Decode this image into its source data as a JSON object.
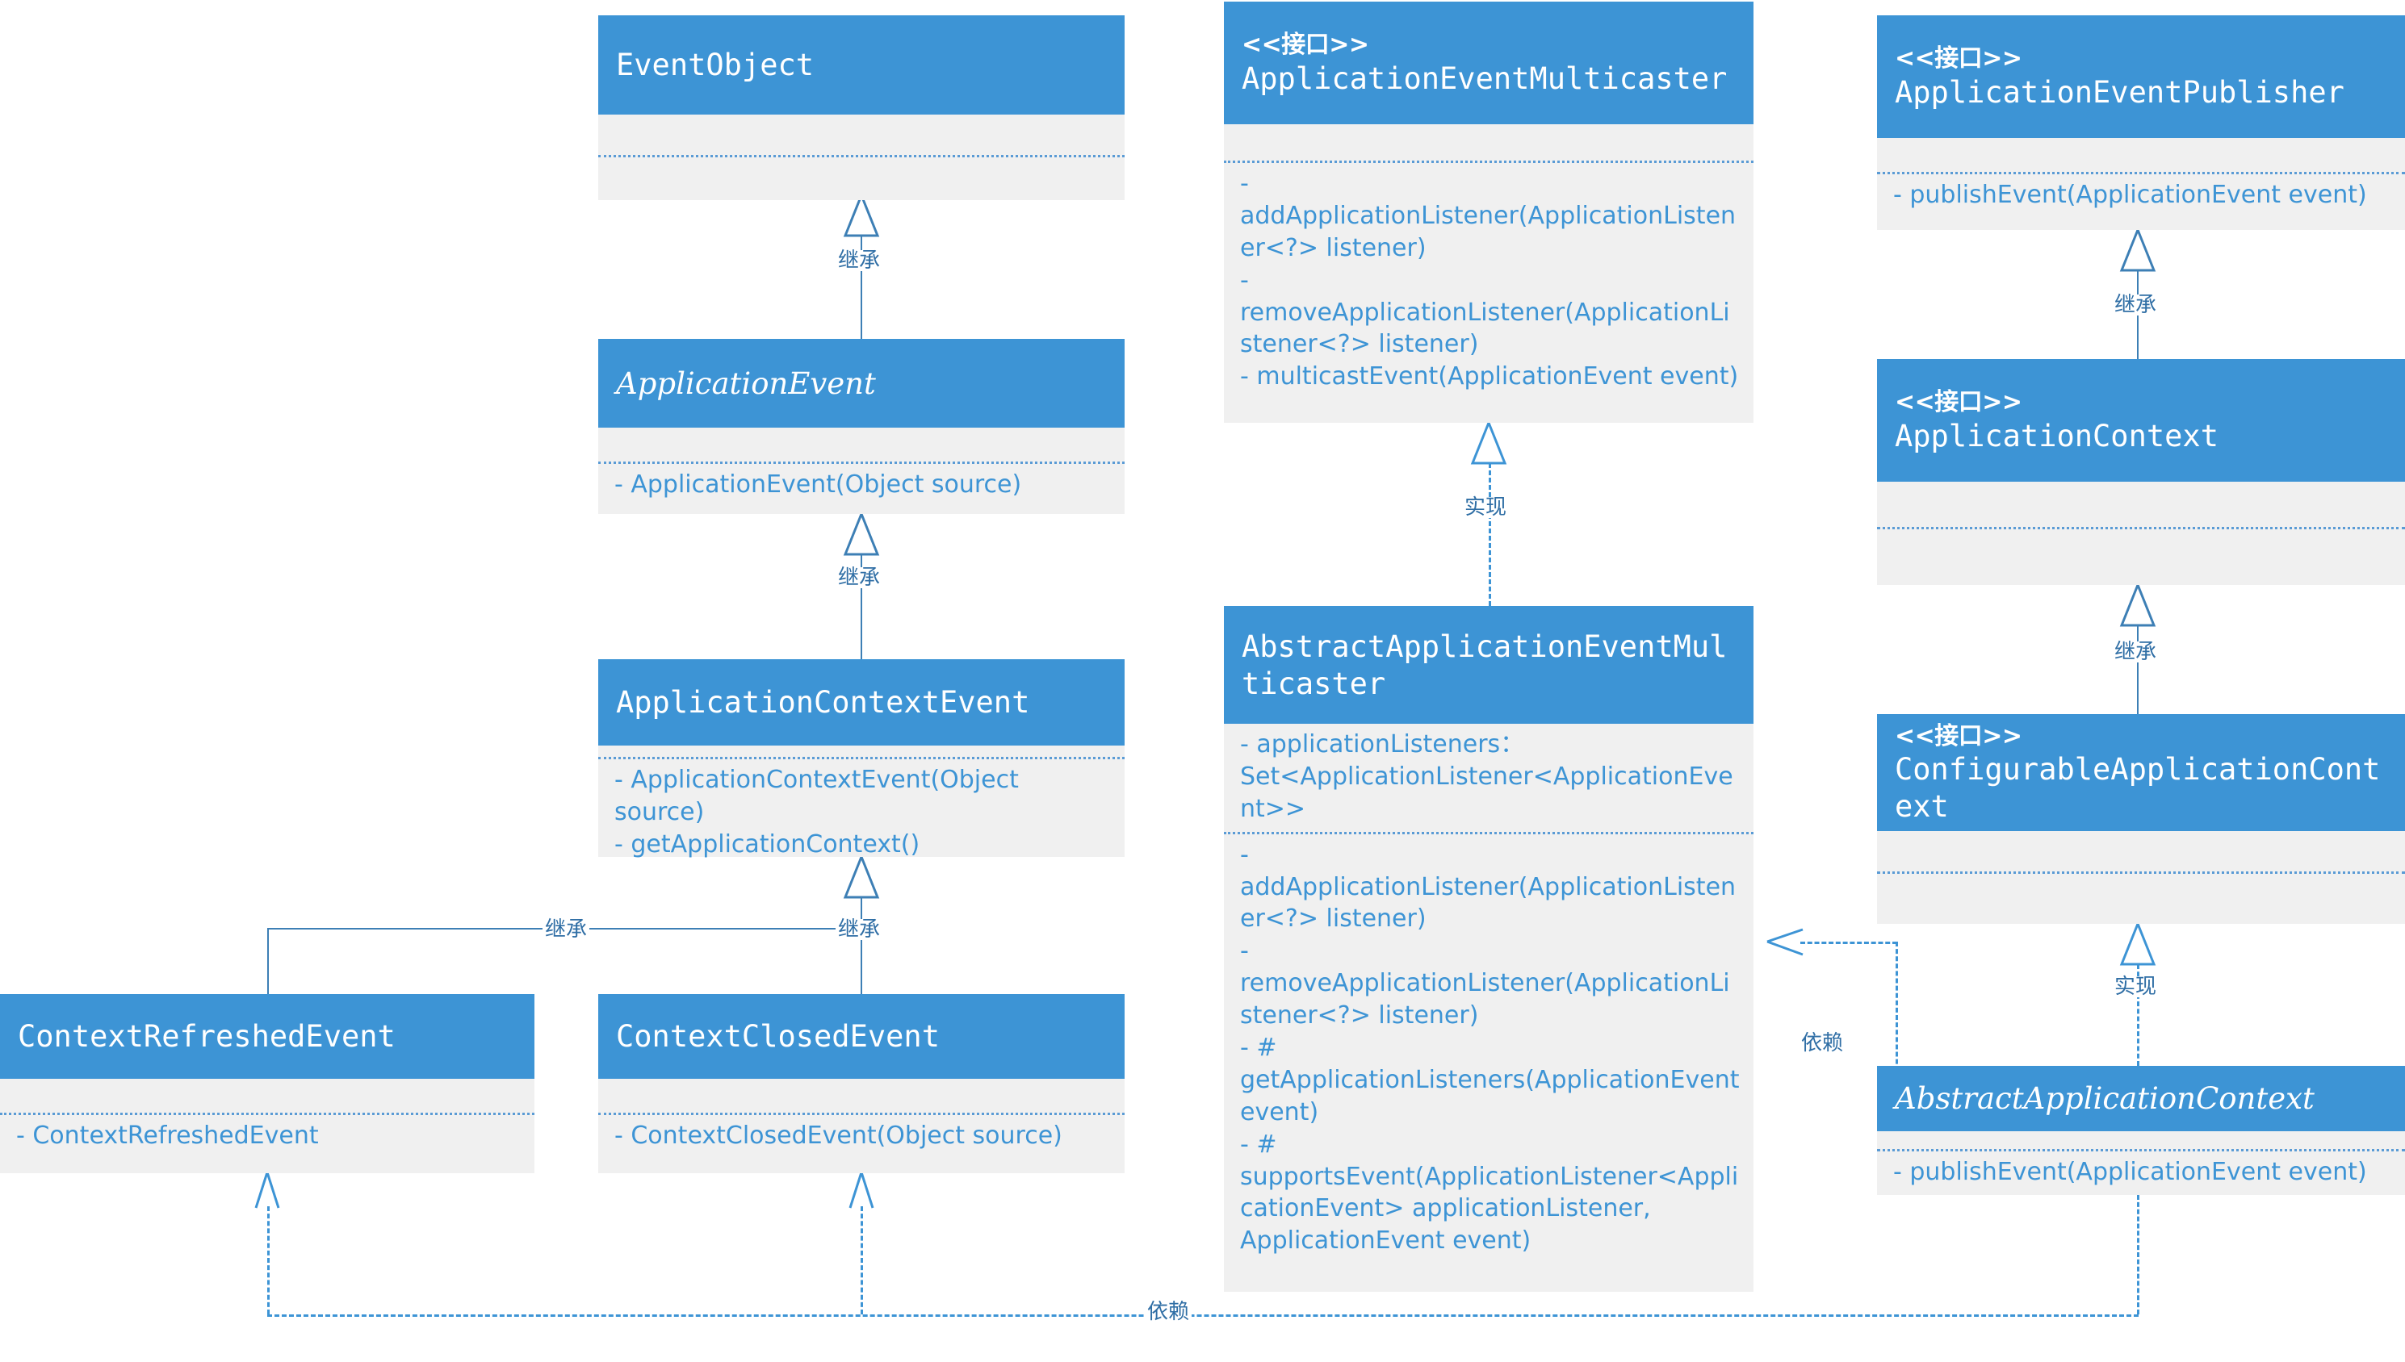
{
  "diagram": {
    "title": "Spring ApplicationEvent UML Class Diagram",
    "accent_color": "#3d94d5",
    "body_color": "#f0f0f0",
    "line_color": "#3d7fb5",
    "text_color": "#3d94d5",
    "stereotype_interface": "<<接口>>",
    "relations": {
      "inheritance": "继承",
      "realization": "实现",
      "dependency": "依赖"
    }
  },
  "classes": {
    "event_object": {
      "name": "EventObject",
      "stereotype": "",
      "abstract": false,
      "attributes": [],
      "operations": []
    },
    "application_event": {
      "name": "ApplicationEvent",
      "stereotype": "",
      "abstract": true,
      "attributes": [],
      "operations": [
        "- ApplicationEvent(Object source)"
      ]
    },
    "application_context_event": {
      "name": "ApplicationContextEvent",
      "stereotype": "",
      "abstract": false,
      "attributes": [],
      "operations": [
        "- ApplicationContextEvent(Object source)",
        "- getApplicationContext()"
      ]
    },
    "context_refreshed_event": {
      "name": "ContextRefreshedEvent",
      "stereotype": "",
      "abstract": false,
      "attributes": [],
      "operations": [
        "- ContextRefreshedEvent"
      ]
    },
    "context_closed_event": {
      "name": "ContextClosedEvent",
      "stereotype": "",
      "abstract": false,
      "attributes": [],
      "operations": [
        "- ContextClosedEvent(Object source)"
      ]
    },
    "application_event_multicaster": {
      "name": "ApplicationEventMulticaster",
      "stereotype": "<<接口>>",
      "abstract": false,
      "attributes": [],
      "operations": [
        "- addApplicationListener(ApplicationListener<?> listener)",
        "- removeApplicationListener(ApplicationListener<?> listener)",
        "- multicastEvent(ApplicationEvent event)"
      ]
    },
    "abstract_application_event_multicaster": {
      "name": "AbstractApplicationEventMulticaster",
      "stereotype": "",
      "abstract": false,
      "attributes": [
        "- applicationListeners：Set<ApplicationListener<ApplicationEvent>>"
      ],
      "operations": [
        "- addApplicationListener(ApplicationListener<?> listener)",
        "- removeApplicationListener(ApplicationListener<?> listener)",
        "- # getApplicationListeners(ApplicationEvent event)",
        "- # supportsEvent(ApplicationListener<ApplicationEvent> applicationListener, ApplicationEvent event)"
      ]
    },
    "application_event_publisher": {
      "name": "ApplicationEventPublisher",
      "stereotype": "<<接口>>",
      "abstract": false,
      "attributes": [],
      "operations": [
        "- publishEvent(ApplicationEvent event)"
      ]
    },
    "application_context": {
      "name": "ApplicationContext",
      "stereotype": "<<接口>>",
      "abstract": false,
      "attributes": [],
      "operations": []
    },
    "configurable_application_context": {
      "name": "ConfigurableApplicationContext",
      "stereotype": "<<接口>>",
      "abstract": false,
      "attributes": [],
      "operations": []
    },
    "abstract_application_context": {
      "name": "AbstractApplicationContext",
      "stereotype": "",
      "abstract": true,
      "attributes": [],
      "operations": [
        "- publishEvent(ApplicationEvent event)"
      ]
    }
  },
  "edges": [
    {
      "id": "e1",
      "from": "application_event",
      "to": "event_object",
      "label": "继承",
      "kind": "inheritance"
    },
    {
      "id": "e2",
      "from": "application_context_event",
      "to": "application_event",
      "label": "继承",
      "kind": "inheritance"
    },
    {
      "id": "e3",
      "from": "context_closed_event",
      "to": "application_context_event",
      "label": "继承",
      "kind": "inheritance"
    },
    {
      "id": "e4",
      "from": "context_refreshed_event",
      "to": "application_context_event",
      "label": "继承",
      "kind": "inheritance"
    },
    {
      "id": "e5",
      "from": "abstract_application_event_multicaster",
      "to": "application_event_multicaster",
      "label": "实现",
      "kind": "realization"
    },
    {
      "id": "e6",
      "from": "application_context",
      "to": "application_event_publisher",
      "label": "继承",
      "kind": "inheritance"
    },
    {
      "id": "e7",
      "from": "configurable_application_context",
      "to": "application_context",
      "label": "继承",
      "kind": "inheritance"
    },
    {
      "id": "e8",
      "from": "abstract_application_context",
      "to": "configurable_application_context",
      "label": "实现",
      "kind": "realization"
    },
    {
      "id": "e9",
      "from": "abstract_application_context",
      "to": "abstract_application_event_multicaster",
      "label": "依赖",
      "kind": "dependency"
    },
    {
      "id": "e10",
      "from": "abstract_application_context",
      "to": "context_refreshed_event",
      "label": "依赖",
      "kind": "dependency"
    }
  ]
}
